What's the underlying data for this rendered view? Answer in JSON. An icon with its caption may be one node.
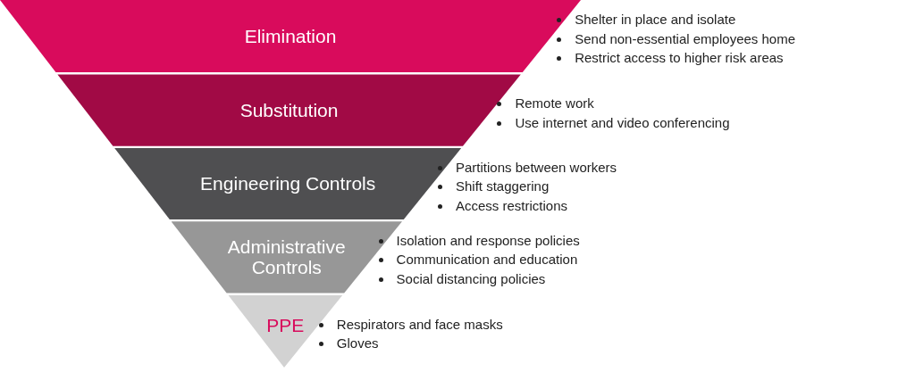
{
  "diagram": {
    "nodes": [
      {
        "text": [
          "Elimination"
        ],
        "beside": [
          "Shelter in place and isolate",
          "Send non-essential employees home",
          "Restrict access to higher risk areas"
        ]
      },
      {
        "text": [
          "Substitution"
        ],
        "beside": [
          "Remote work",
          "Use internet and video conferencing"
        ]
      },
      {
        "text": [
          "Engineering Controls"
        ],
        "beside": [
          "Partitions between workers",
          "Shift staggering",
          "Access restrictions"
        ]
      },
      {
        "text": [
          "Administrative Controls"
        ],
        "beside": [
          "Isolation and response policies",
          "Communication and education",
          "Social distancing policies"
        ]
      },
      {
        "text": [
          "PPE"
        ],
        "beside": [
          "Respirators and face masks",
          "Gloves"
        ]
      }
    ]
  }
}
